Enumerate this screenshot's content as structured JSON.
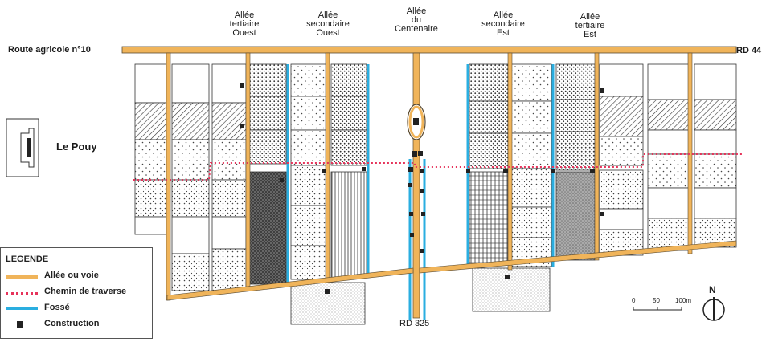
{
  "roads": {
    "top_left": "Route agricole n°10",
    "top_right": "RD 44",
    "bottom": "RD 325"
  },
  "alleys": [
    {
      "lines": [
        "Allée",
        "tertiaire",
        "Ouest"
      ]
    },
    {
      "lines": [
        "Allée",
        "secondaire",
        "Ouest"
      ]
    },
    {
      "lines": [
        "Allée",
        "du",
        "Centenaire"
      ]
    },
    {
      "lines": [
        "Allée",
        "secondaire",
        "Est"
      ]
    },
    {
      "lines": [
        "Allée",
        "tertiaire",
        "Est"
      ]
    }
  ],
  "place": "Le Pouy",
  "legend": {
    "title": "LEGENDE",
    "items": [
      {
        "label": "Allée ou voie",
        "symbol": "orange-line",
        "color": "#f0b45a"
      },
      {
        "label": "Chemin de traverse",
        "symbol": "red-dotted-line",
        "color": "#e6335a"
      },
      {
        "label": "Fossé",
        "symbol": "blue-line",
        "color": "#2aaee0"
      },
      {
        "label": "Construction",
        "symbol": "black-square",
        "color": "#222222"
      }
    ]
  },
  "scale": {
    "labels": [
      "0",
      "50",
      "100m"
    ]
  },
  "north": "N",
  "colors": {
    "road": "#f0b45a",
    "ditch": "#2aaee0",
    "path": "#e6335a",
    "ink": "#222222"
  }
}
